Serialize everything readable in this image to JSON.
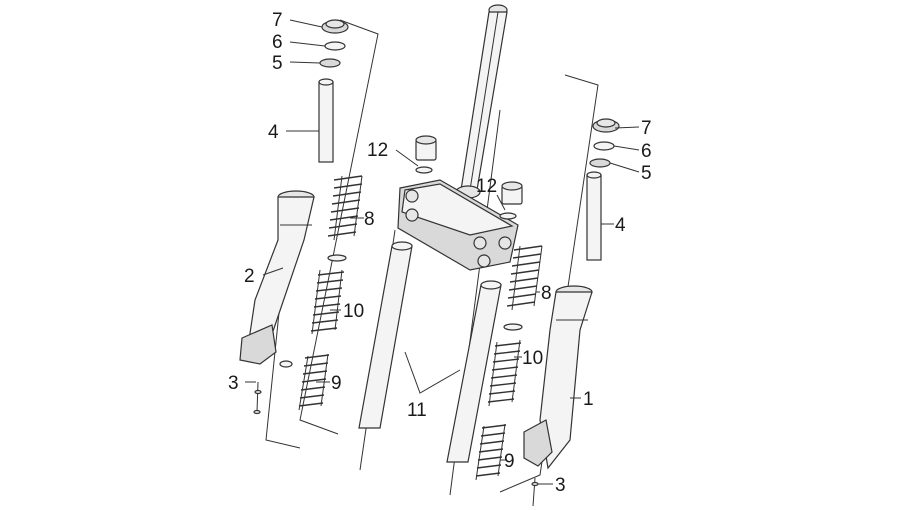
{
  "diagram": {
    "callouts": {
      "c7_left": "7",
      "c6_left": "6",
      "c5_left": "5",
      "c4_left": "4",
      "c2": "2",
      "c3_left": "3",
      "c8_left": "8",
      "c10_left": "10",
      "c9_left": "9",
      "c12_left": "12",
      "c12_right": "12",
      "c11": "11",
      "c7_right": "7",
      "c6_right": "6",
      "c5_right": "5",
      "c4_right": "4",
      "c8_right": "8",
      "c10_right": "10",
      "c1": "1",
      "c9_right": "9",
      "c3_right": "3"
    }
  }
}
